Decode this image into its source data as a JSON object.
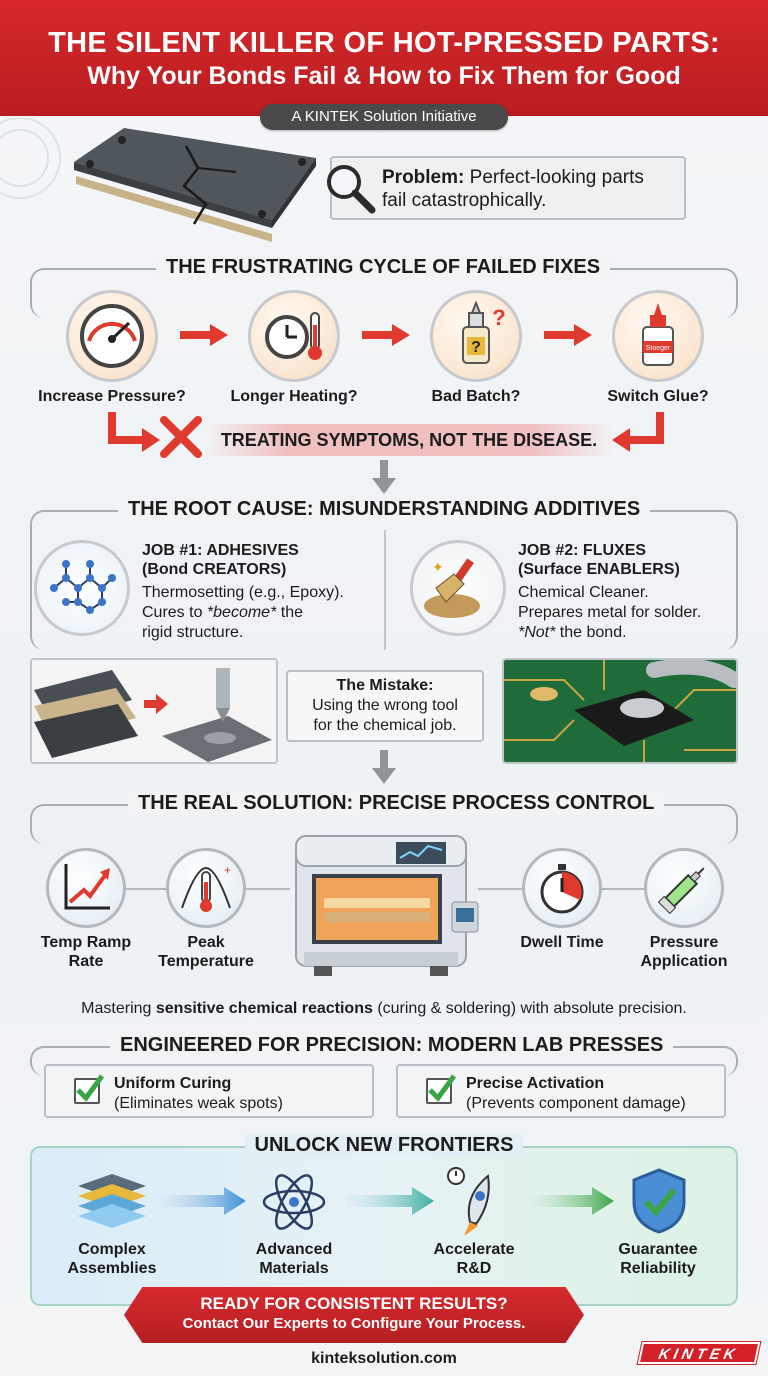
{
  "header": {
    "title": "THE SILENT KILLER OF HOT-PRESSED PARTS:",
    "subtitle": "Why Your Bonds Fail & How to Fix Them for Good",
    "tagline": "A KINTEK Solution Initiative"
  },
  "problem": {
    "label": "Problem:",
    "text_line1": "Perfect-looking parts",
    "text_line2": "fail catastrophically."
  },
  "cycle": {
    "title": "THE FRUSTRATING CYCLE OF FAILED FIXES",
    "steps": [
      {
        "label": "Increase Pressure?",
        "icon": "pressure-gauge-icon"
      },
      {
        "label": "Longer Heating?",
        "icon": "clock-thermometer-icon"
      },
      {
        "label": "Bad Batch?",
        "icon": "question-bottle-icon"
      },
      {
        "label": "Switch Glue?",
        "icon": "glue-bottle-icon"
      }
    ],
    "bottle_label": "Stoeger",
    "banner": "TREATING SYMPTOMS, NOT THE DISEASE."
  },
  "root_cause": {
    "title": "THE ROOT CAUSE: MISUNDERSTANDING ADDITIVES",
    "job1": {
      "title_line1": "JOB #1: ADHESIVES",
      "title_line2": "(Bond CREATORS)",
      "text_line1": "Thermosetting (e.g., Epoxy).",
      "text_line2_a": "Cures to ",
      "text_line2_em": "*become*",
      "text_line2_b": " the",
      "text_line3": "rigid structure."
    },
    "job2": {
      "title_line1": "JOB #2: FLUXES",
      "title_line2": "(Surface ENABLERS)",
      "text_line1": "Chemical Cleaner.",
      "text_line2": "Prepares metal for solder.",
      "text_line3_em": "*Not*",
      "text_line3_b": " the bond."
    },
    "mistake": {
      "title": "The Mistake:",
      "line1": "Using the wrong tool",
      "line2": "for the chemical job."
    }
  },
  "solution": {
    "title": "THE REAL SOLUTION: PRECISE PROCESS CONTROL",
    "params": [
      {
        "line1": "Temp Ramp",
        "line2": "Rate",
        "icon": "temp-ramp-chart-icon"
      },
      {
        "line1": "Peak",
        "line2": "Temperature",
        "icon": "peak-thermometer-icon"
      },
      {
        "line1": "Dwell Time",
        "line2": "",
        "icon": "stopwatch-icon"
      },
      {
        "line1": "Pressure",
        "line2": "Application",
        "icon": "syringe-icon"
      }
    ],
    "caption_a": "Mastering ",
    "caption_bold": "sensitive chemical reactions",
    "caption_b": " (curing & soldering) with absolute precision."
  },
  "engineered": {
    "title": "ENGINEERED FOR PRECISION: MODERN LAB PRESSES",
    "items": [
      {
        "title": "Uniform Curing",
        "sub": "(Eliminates weak spots)"
      },
      {
        "title": "Precise Activation",
        "sub": "(Prevents component damage)"
      }
    ]
  },
  "frontiers": {
    "title": "UNLOCK NEW FRONTIERS",
    "items": [
      {
        "line1": "Complex",
        "line2": "Assemblies",
        "icon": "layers-icon"
      },
      {
        "line1": "Advanced",
        "line2": "Materials",
        "icon": "atom-icon"
      },
      {
        "line1": "Accelerate",
        "line2": "R&D",
        "icon": "rocket-icon"
      },
      {
        "line1": "Guarantee",
        "line2": "Reliability",
        "icon": "shield-check-icon"
      }
    ]
  },
  "cta": {
    "line1": "READY FOR CONSISTENT RESULTS?",
    "line2": "Contact Our Experts to Configure Your Process."
  },
  "footer": {
    "url": "kinteksolution.com",
    "logo": "KINTEK"
  },
  "colors": {
    "brand_red": "#d32127",
    "arrow_red": "#e03a2f",
    "check_green": "#3aa545"
  }
}
